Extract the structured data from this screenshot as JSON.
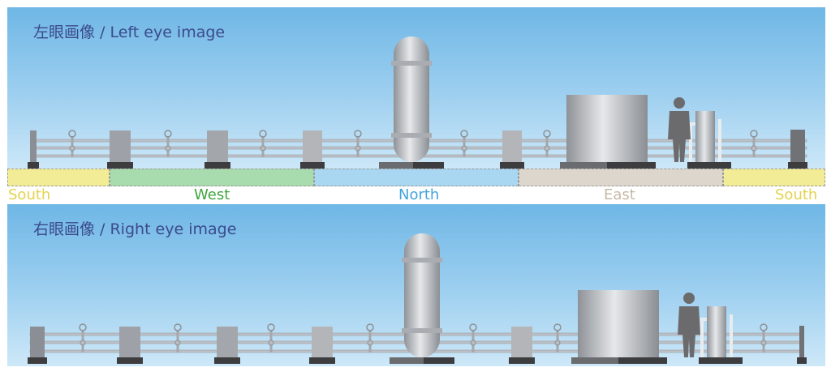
{
  "left_panel": {
    "title": "左眼画像 / Left eye image"
  },
  "right_panel": {
    "title": "右眼画像 / Right eye image"
  },
  "directions": [
    {
      "label": "South",
      "color": "#f3ec96",
      "text_color": "#e3d34f"
    },
    {
      "label": "West",
      "color": "#a8dcae",
      "text_color": "#3fa63f"
    },
    {
      "label": "North",
      "color": "#a9d6f1",
      "text_color": "#43a4dc"
    },
    {
      "label": "East",
      "color": "#ddd6cc",
      "text_color": "#c6b9a6"
    },
    {
      "label": "South",
      "color": "#f3ec96",
      "text_color": "#e3d34f"
    }
  ],
  "colors": {
    "sky_top": "#6fb7e6",
    "sky_bottom": "#cde8f8",
    "title_text": "#3b4a8c",
    "pipe": "#bfc3c8",
    "post": "#9a9da3",
    "base": "#3d3d3f",
    "person": "#6b6b6d"
  }
}
